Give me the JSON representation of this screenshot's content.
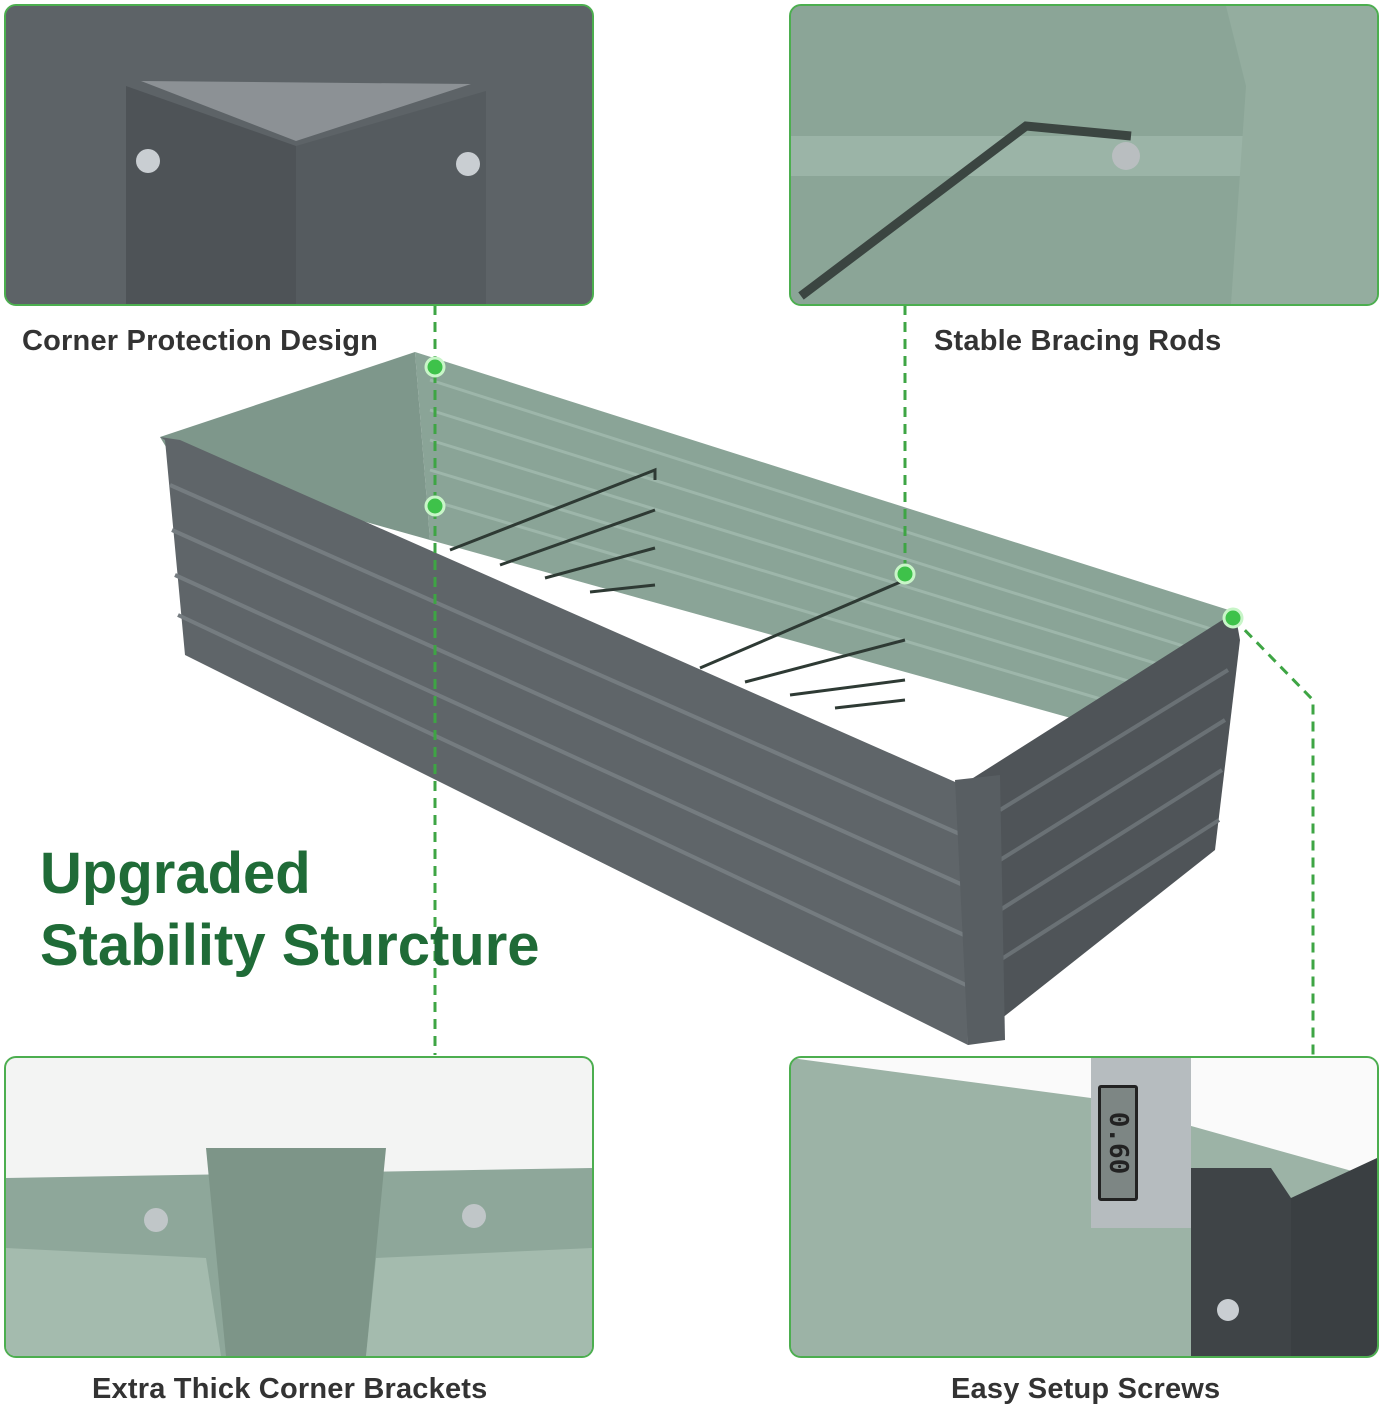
{
  "captions": {
    "top_left": "Corner Protection Design",
    "top_right": "Stable Bracing Rods",
    "bottom_left": "Extra Thick Corner Brackets",
    "bottom_right": "Easy Setup Screws"
  },
  "headline": {
    "line1": "Upgraded",
    "line2": "Stability Sturcture"
  },
  "caliper_readout": "0.60",
  "colors": {
    "accent_green": "#4cae4f",
    "headline_green": "#1f6b37",
    "metal_gray": "#5c6266",
    "interior_sage": "#8aa497"
  }
}
